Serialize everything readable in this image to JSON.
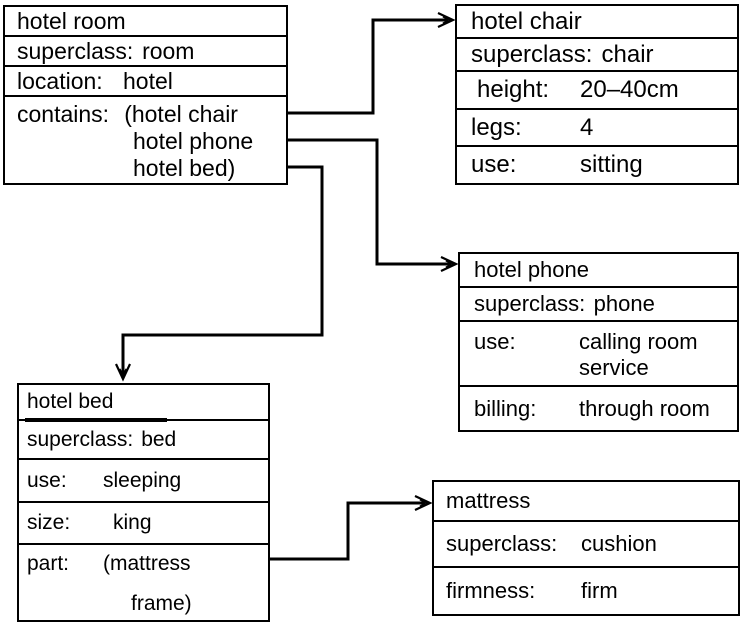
{
  "colors": {
    "line": "#000000",
    "background": "#ffffff",
    "text": "#000000"
  },
  "frames": {
    "hotel_room": {
      "title": "hotel room",
      "superclass": {
        "label": "superclass:",
        "value": "room"
      },
      "location": {
        "label": "location:",
        "value": "hotel"
      },
      "contains": {
        "label": "contains:",
        "value_line1": "(hotel chair",
        "value_line2": "hotel phone",
        "value_line3": "hotel bed)"
      }
    },
    "hotel_chair": {
      "title": "hotel chair",
      "superclass": {
        "label": "superclass:",
        "value": "chair"
      },
      "height": {
        "label": "height:",
        "value": "20–40cm"
      },
      "legs": {
        "label": "legs:",
        "value": "4"
      },
      "use": {
        "label": "use:",
        "value": "sitting"
      }
    },
    "hotel_phone": {
      "title": "hotel phone",
      "superclass": {
        "label": "superclass:",
        "value": "phone"
      },
      "use": {
        "label": "use:",
        "value_line1": "calling room",
        "value_line2": "service"
      },
      "billing": {
        "label": "billing:",
        "value": "through room"
      }
    },
    "hotel_bed": {
      "title": "hotel bed",
      "superclass": {
        "label": "superclass:",
        "value": "bed"
      },
      "use": {
        "label": "use:",
        "value": "sleeping"
      },
      "size": {
        "label": "size:",
        "value": "king"
      },
      "part": {
        "label": "part:",
        "value_line1": "(mattress",
        "value_line2": "frame)"
      }
    },
    "mattress": {
      "title": "mattress",
      "superclass": {
        "label": "superclass:",
        "value": "cushion"
      },
      "firmness": {
        "label": "firmness:",
        "value": "firm"
      }
    }
  },
  "connections": [
    {
      "from_frame": "hotel room",
      "from_slot": "contains: hotel chair",
      "to_frame": "hotel chair"
    },
    {
      "from_frame": "hotel room",
      "from_slot": "contains: hotel phone",
      "to_frame": "hotel phone"
    },
    {
      "from_frame": "hotel room",
      "from_slot": "contains: hotel bed",
      "to_frame": "hotel bed"
    },
    {
      "from_frame": "hotel bed",
      "from_slot": "part: mattress",
      "to_frame": "mattress"
    }
  ]
}
